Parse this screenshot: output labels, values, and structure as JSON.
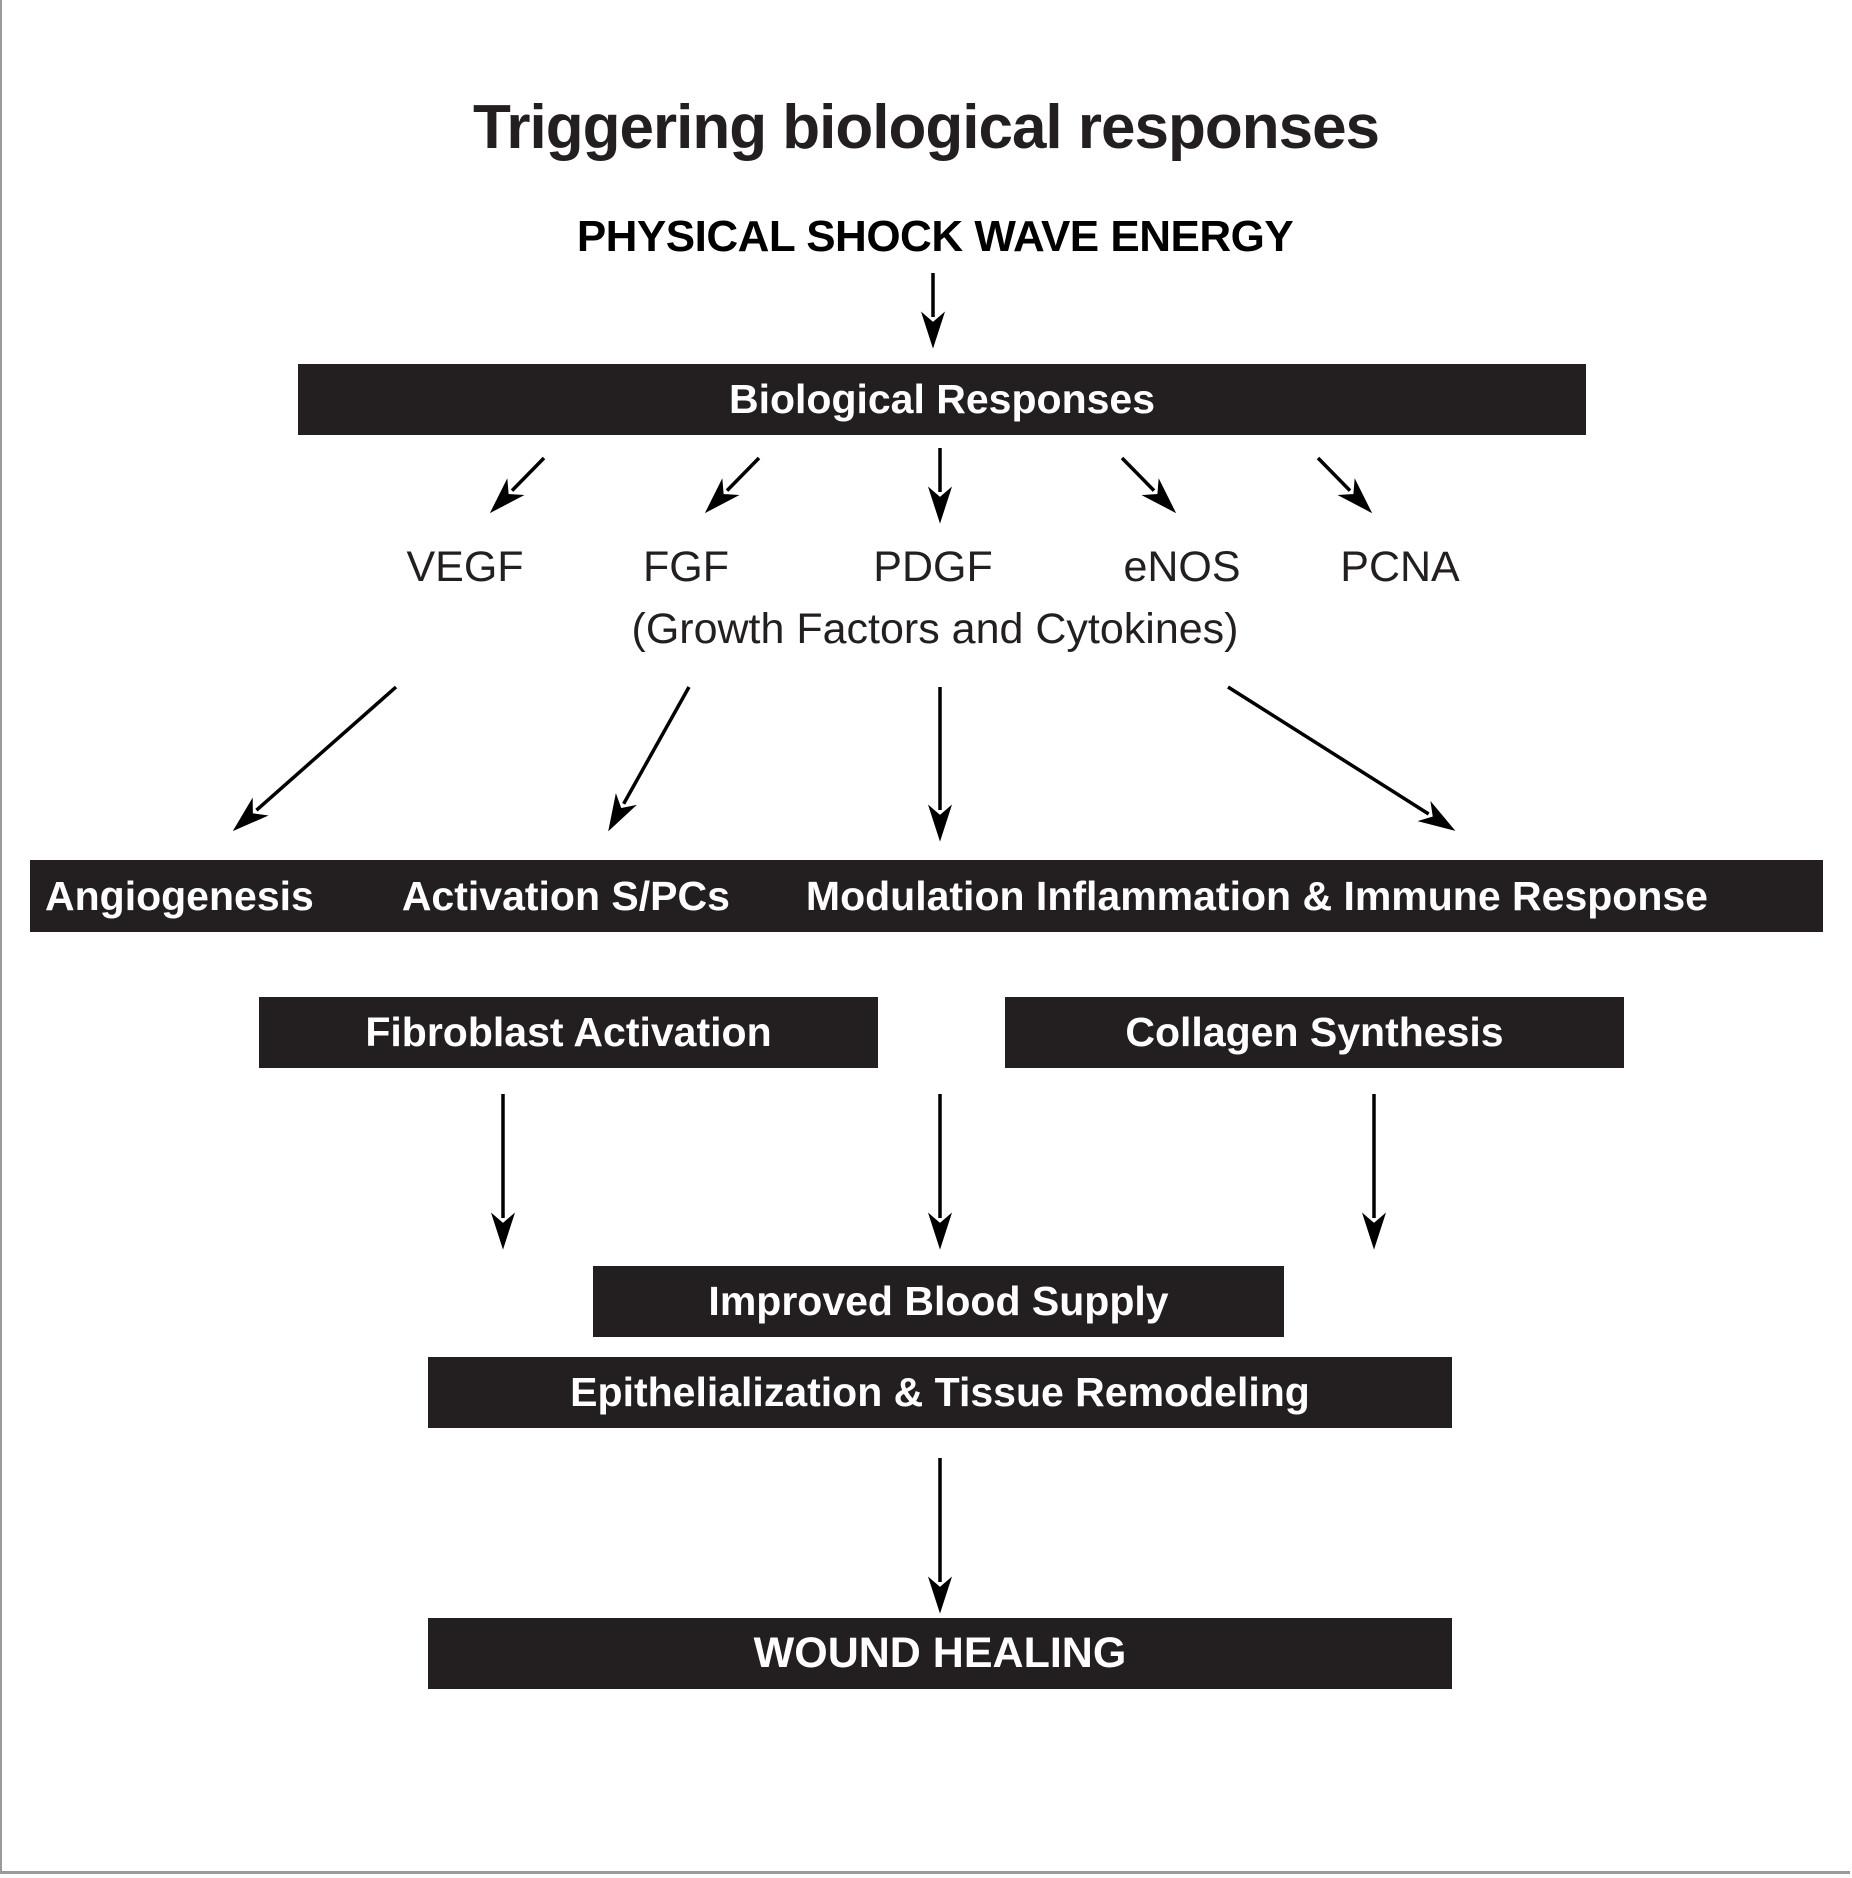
{
  "title": "Triggering biological responses",
  "source": "PHYSICAL SHOCK WAVE ENERGY",
  "biological_responses": "Biological Responses",
  "factors": [
    "VEGF",
    "FGF",
    "PDGF",
    "eNOS",
    "PCNA"
  ],
  "factors_caption": "(Growth Factors and Cytokines)",
  "outcomes": [
    "Angiogenesis",
    "Activation S/PCs",
    "Modulation Inflammation & Immune Response"
  ],
  "secondary": [
    "Fibroblast Activation",
    "Collagen Synthesis"
  ],
  "improved_blood_supply": "Improved Blood Supply",
  "epithelialization": "Epithelialization & Tissue Remodeling",
  "final": "WOUND HEALING",
  "colors": {
    "box_fill": "#231f20",
    "box_text": "#ffffff",
    "text": "#231f20",
    "arrow": "#000000"
  }
}
